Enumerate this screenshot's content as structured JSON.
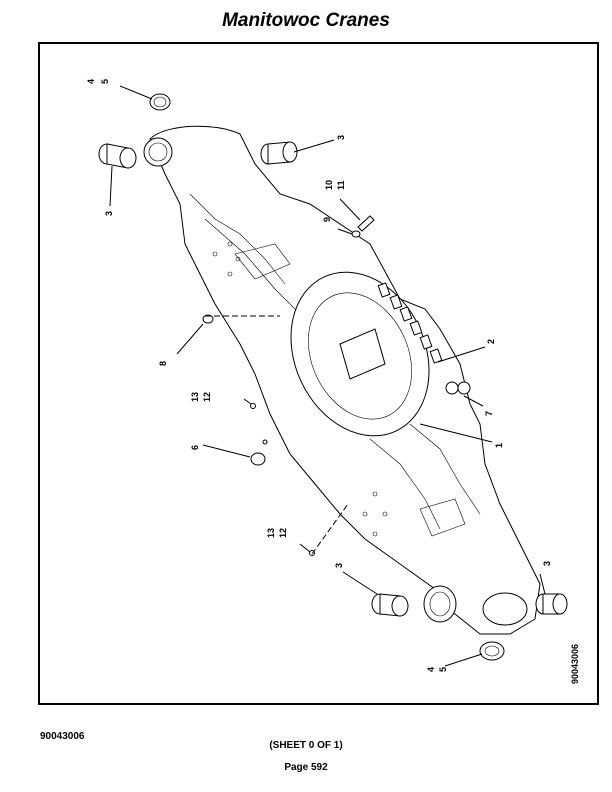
{
  "header": {
    "title": "Manitowoc Cranes"
  },
  "drawing": {
    "callouts": {
      "c45_top": [
        "4",
        "5"
      ],
      "c3_topleft": "3",
      "c3_topright": "3",
      "c1011": [
        "10",
        "11"
      ],
      "c9": "9",
      "c2": "2",
      "c8": "8",
      "c1312_a": [
        "13",
        "12"
      ],
      "c7": "7",
      "c1": "1",
      "c6": "6",
      "c1312_b": [
        "13",
        "12"
      ],
      "c3_botleft": "3",
      "c3_botright": "3",
      "c45_bot": [
        "4",
        "5"
      ]
    },
    "drawing_number": "90043006"
  },
  "footer": {
    "part_number": "90043006",
    "sheet": "(SHEET 0 OF 1)",
    "page": "Page 592"
  }
}
